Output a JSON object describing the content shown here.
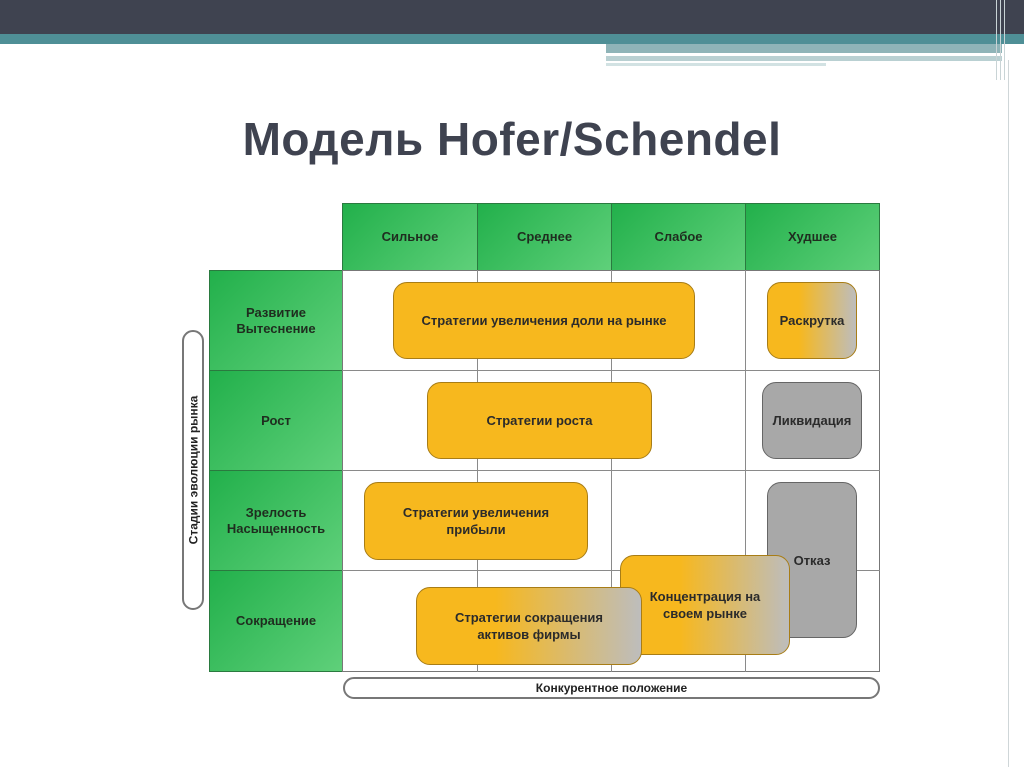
{
  "title": "Модель Hofer/Schendel",
  "columns": [
    "Сильное",
    "Среднее",
    "Слабое",
    "Худшее"
  ],
  "rows": [
    [
      "Развитие",
      "Вытеснение"
    ],
    [
      "Рост"
    ],
    [
      "Зрелость",
      "Насыщенность"
    ],
    [
      "Сокращение"
    ]
  ],
  "strategies": {
    "share_growth": "Стратегии увеличения доли на рынке",
    "promotion": "Раскрутка",
    "growth": "Стратегии роста",
    "liquidation": "Ликвидация",
    "profit": [
      "Стратегии увеличения",
      "прибыли"
    ],
    "refusal": "Отказ",
    "concentration": [
      "Концентрация на",
      "своем рынке"
    ],
    "reduction": [
      "Стратегии сокращения",
      "активов фирмы"
    ]
  },
  "axes": {
    "vertical": "Стадии эволюции рынка",
    "horizontal": "Конкурентное положение"
  },
  "colors": {
    "header_green": "#22b04b",
    "strategy_yellow": "#f7b81e",
    "strategy_gray": "#a8a8a8",
    "title_text": "#3f4350"
  }
}
